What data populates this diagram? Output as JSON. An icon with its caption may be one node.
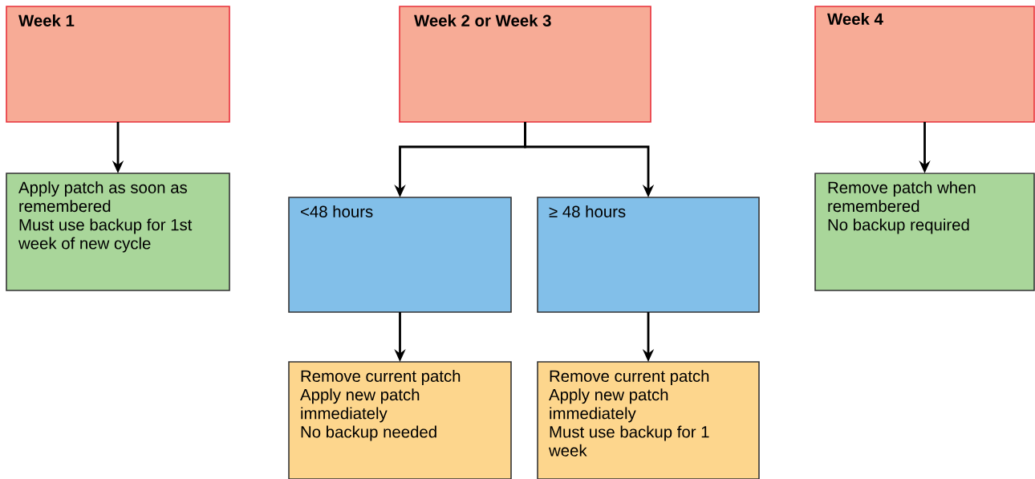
{
  "diagram": {
    "nodes": [
      {
        "text": [
          "Week 1"
        ]
      },
      {
        "text": [
          "Week 2 or Week 3"
        ]
      },
      {
        "text": [
          "Week 4"
        ]
      },
      {
        "text": [
          "Apply patch as soon as remembered",
          "Must use backup for 1st week of new cycle"
        ]
      },
      {
        "text": [
          "<48 hours"
        ]
      },
      {
        "text": [
          "≥ 48 hours"
        ]
      },
      {
        "text": [
          "Remove patch when remembered",
          "No backup required"
        ]
      },
      {
        "text": [
          "Remove current patch",
          "Apply new patch immediately",
          "No backup needed"
        ]
      },
      {
        "text": [
          "Remove current patch",
          "Apply new patch immediately",
          "Must use backup for 1 week"
        ]
      }
    ],
    "edges": [
      {
        "from": 0,
        "to": 3,
        "arrow": "to"
      },
      {
        "from": 1,
        "to": 4,
        "arrow": "to"
      },
      {
        "from": 1,
        "to": 5,
        "arrow": "to"
      },
      {
        "from": 2,
        "to": 6,
        "arrow": "to"
      },
      {
        "from": 4,
        "to": 7,
        "arrow": "to"
      },
      {
        "from": 5,
        "to": 8,
        "arrow": "to"
      }
    ]
  }
}
